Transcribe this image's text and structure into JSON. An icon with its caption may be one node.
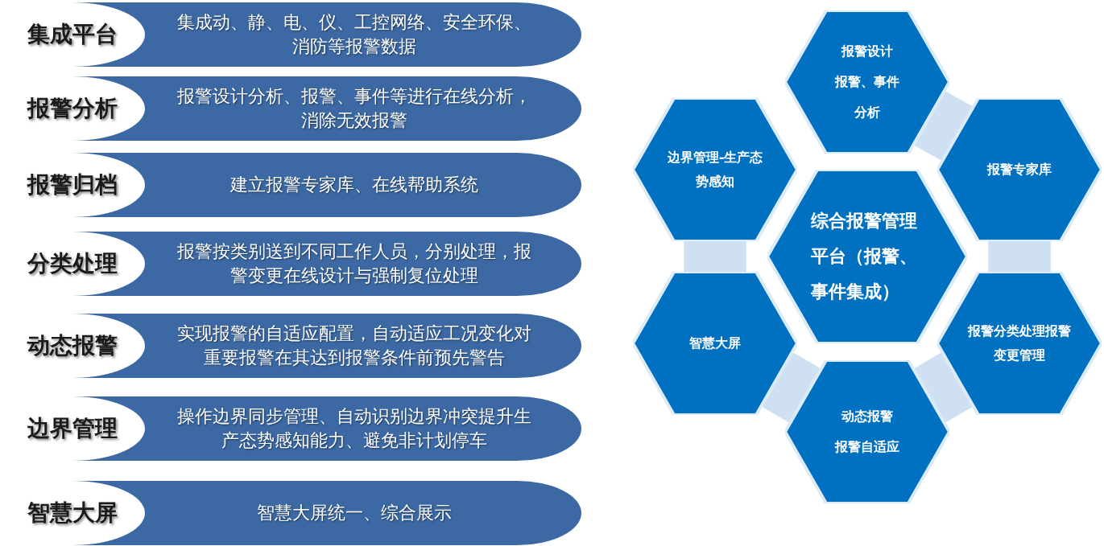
{
  "diagram": {
    "nodes": [
      {
        "text": [
          "集成平台",
          "集成动、静、电、仪、工控网络、安全环保、消防等报警数据"
        ]
      },
      {
        "text": [
          "报警分析",
          "报警设计分析、报警、事件等进行在线分析，消除无效报警"
        ]
      },
      {
        "text": [
          "报警归档",
          "建立报警专家库、在线帮助系统"
        ]
      },
      {
        "text": [
          "分类处理",
          "报警按类别送到不同工作人员，分别处理，报警变更在线设计与强制复位处理"
        ]
      },
      {
        "text": [
          "动态报警",
          "实现报警的自适应配置，自动适应工况变化对重要报警在其达到报警条件前预先警告"
        ]
      },
      {
        "text": [
          "边界管理",
          "操作边界同步管理、自动识别边界冲突提升生产态势感知能力、避免非计划停车"
        ]
      },
      {
        "text": [
          "智慧大屏",
          "智慧大屏统一、综合展示"
        ]
      },
      {
        "text": [
          "报警设计",
          "报警、事件",
          "分析"
        ]
      },
      {
        "text": [
          "边界管理-生产态势感知"
        ]
      },
      {
        "text": [
          "报警专家库"
        ]
      },
      {
        "text": [
          "综合报警管理平台（报警、事件集成）"
        ]
      },
      {
        "text": [
          "智慧大屏"
        ]
      },
      {
        "text": [
          "报警分类处理报警变更管理"
        ]
      },
      {
        "text": [
          "动态报警",
          "报警自适应"
        ]
      }
    ]
  }
}
